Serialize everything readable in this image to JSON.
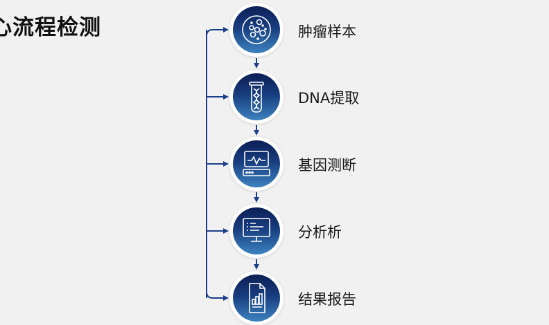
{
  "title": "心流程检测",
  "colors": {
    "accent": "#1c3f8a",
    "circle_top": "#0c1f56",
    "circle_bottom": "#3d82c0",
    "background": "#f1f1f1"
  },
  "steps": [
    {
      "label": "肿瘤样本",
      "icon": "cells-icon"
    },
    {
      "label": "DNA提取",
      "icon": "dna-test-tube-icon"
    },
    {
      "label": "基因测断",
      "icon": "sequencer-monitor-icon"
    },
    {
      "label": "分析析",
      "icon": "computer-analysis-icon"
    },
    {
      "label": "结果报告",
      "icon": "report-chart-icon"
    }
  ]
}
